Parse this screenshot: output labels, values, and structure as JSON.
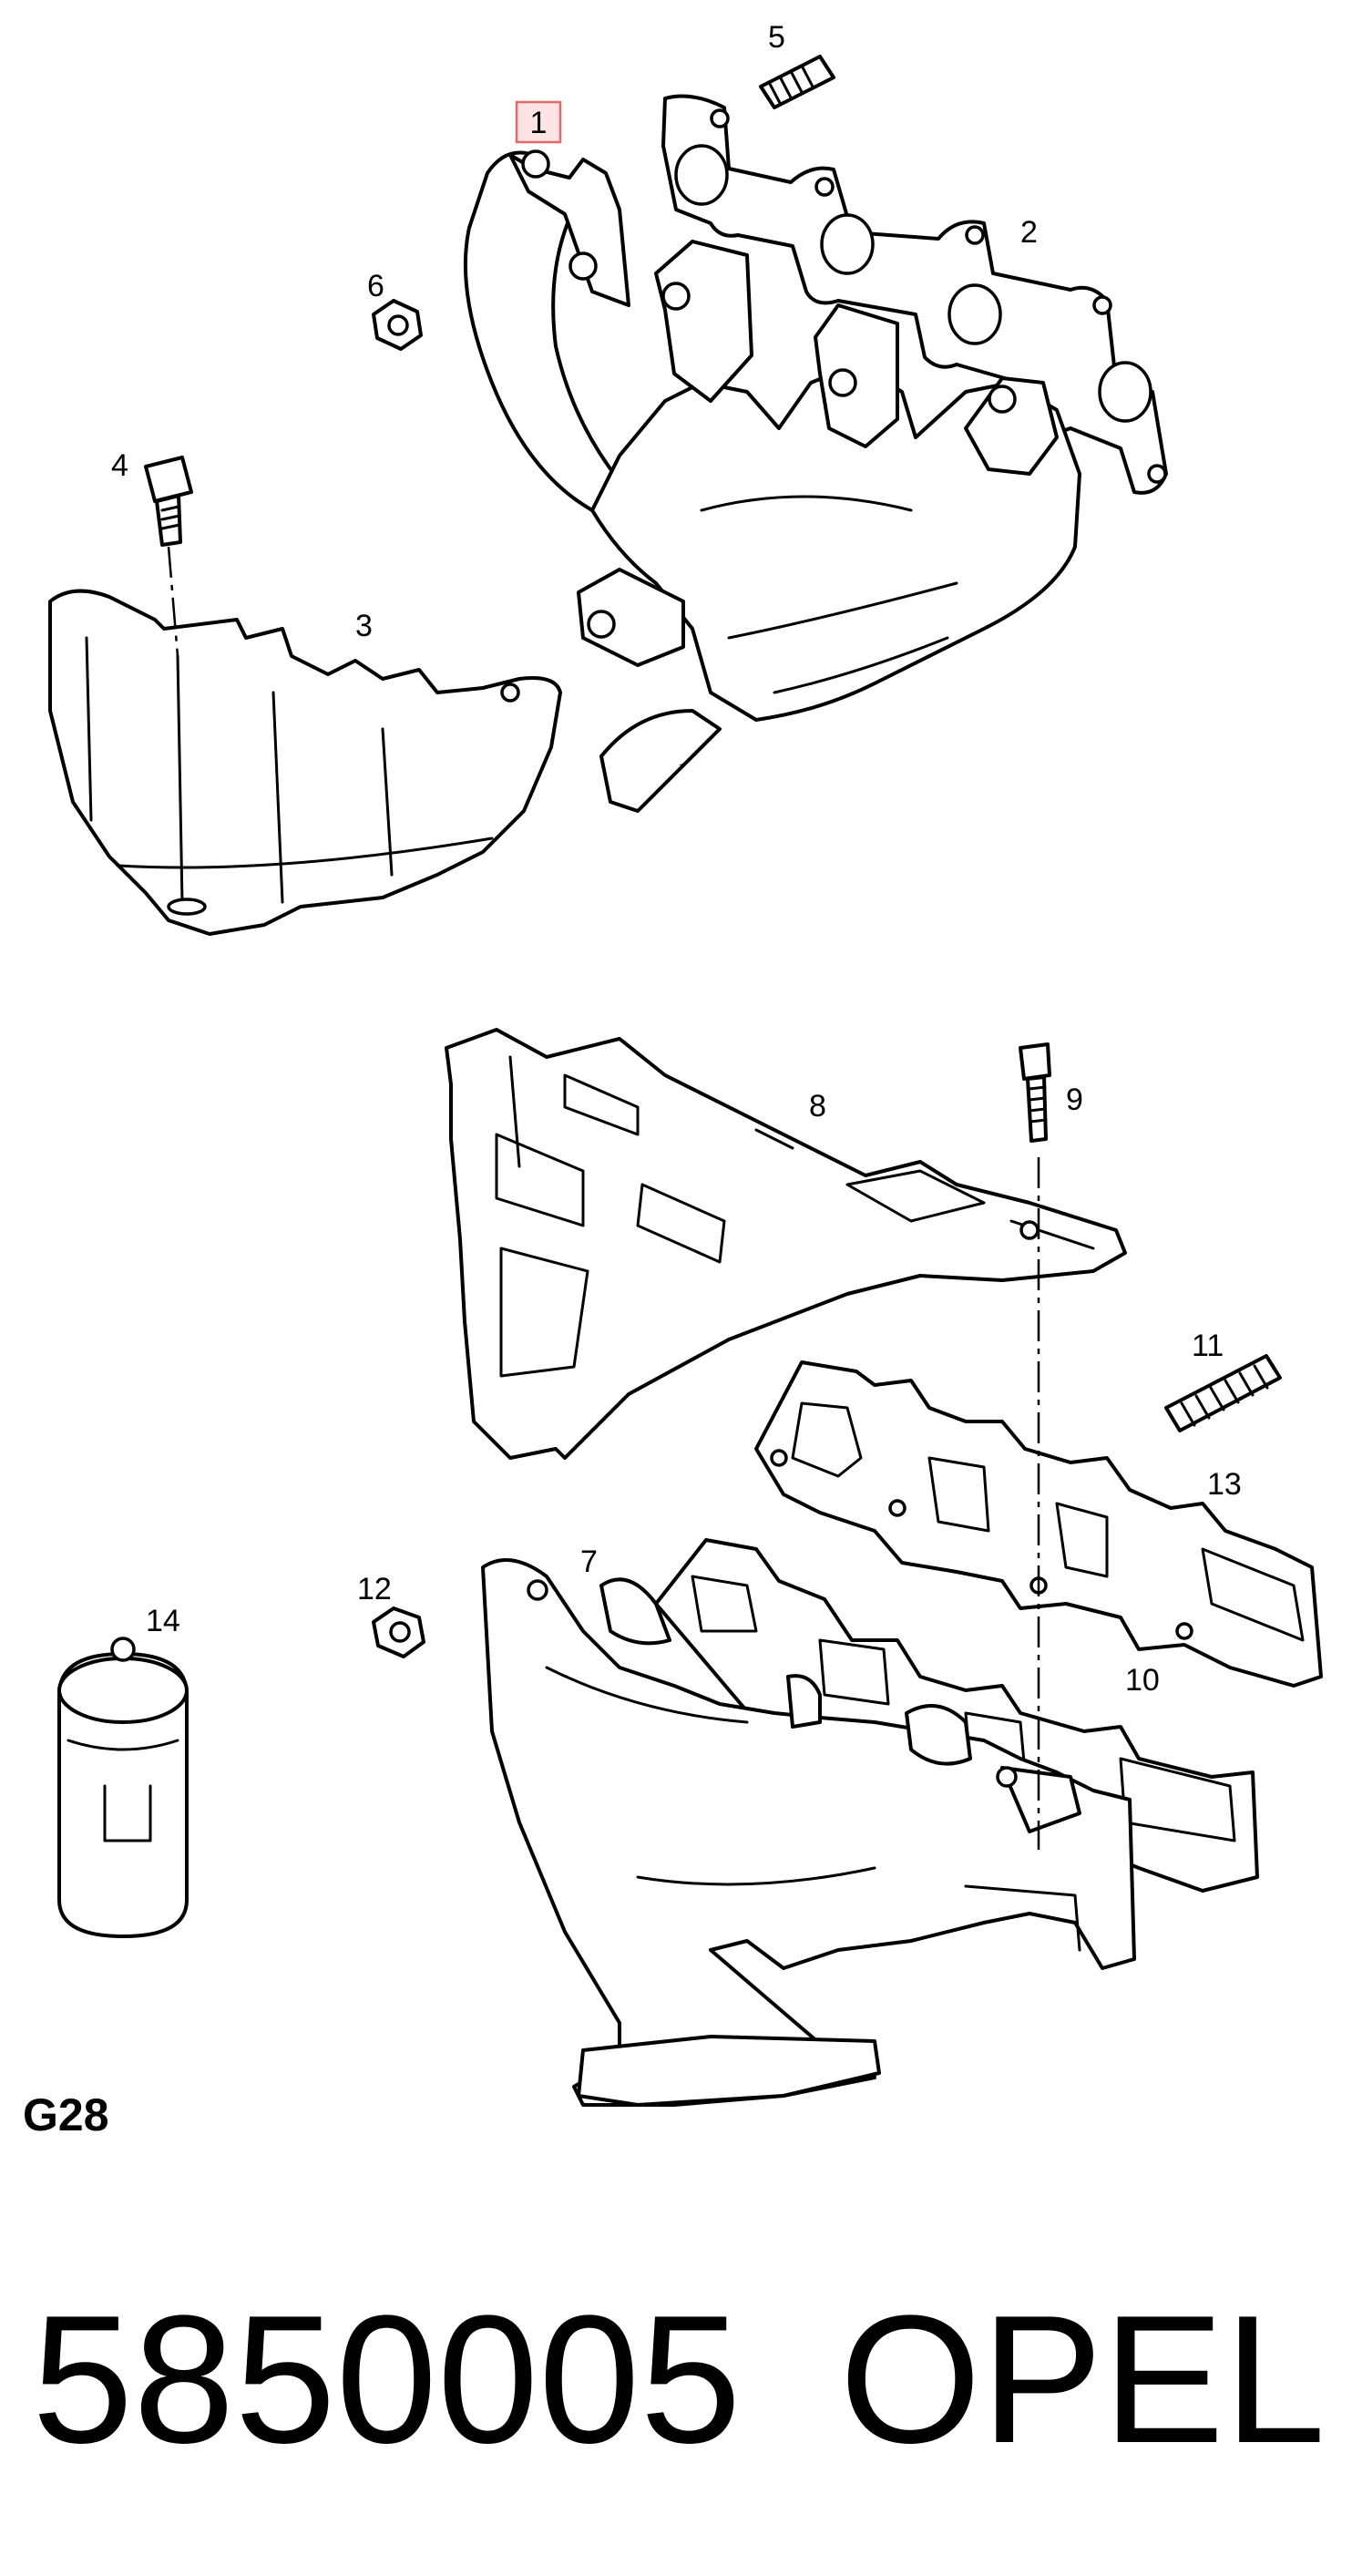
{
  "callouts": {
    "c1": "1",
    "c2": "2",
    "c3": "3",
    "c4": "4",
    "c5": "5",
    "c6": "6",
    "c7": "7",
    "c8": "8",
    "c9": "9",
    "c10": "10",
    "c11": "11",
    "c12": "12",
    "c13": "13",
    "c14": "14"
  },
  "highlighted_callout": "1",
  "figure_code": "G28",
  "part_number": "5850005",
  "brand": "OPEL",
  "colors": {
    "line": "#000000",
    "highlight_fill": "#fde3e3",
    "highlight_border": "#e06a6a",
    "background": "#ffffff"
  }
}
